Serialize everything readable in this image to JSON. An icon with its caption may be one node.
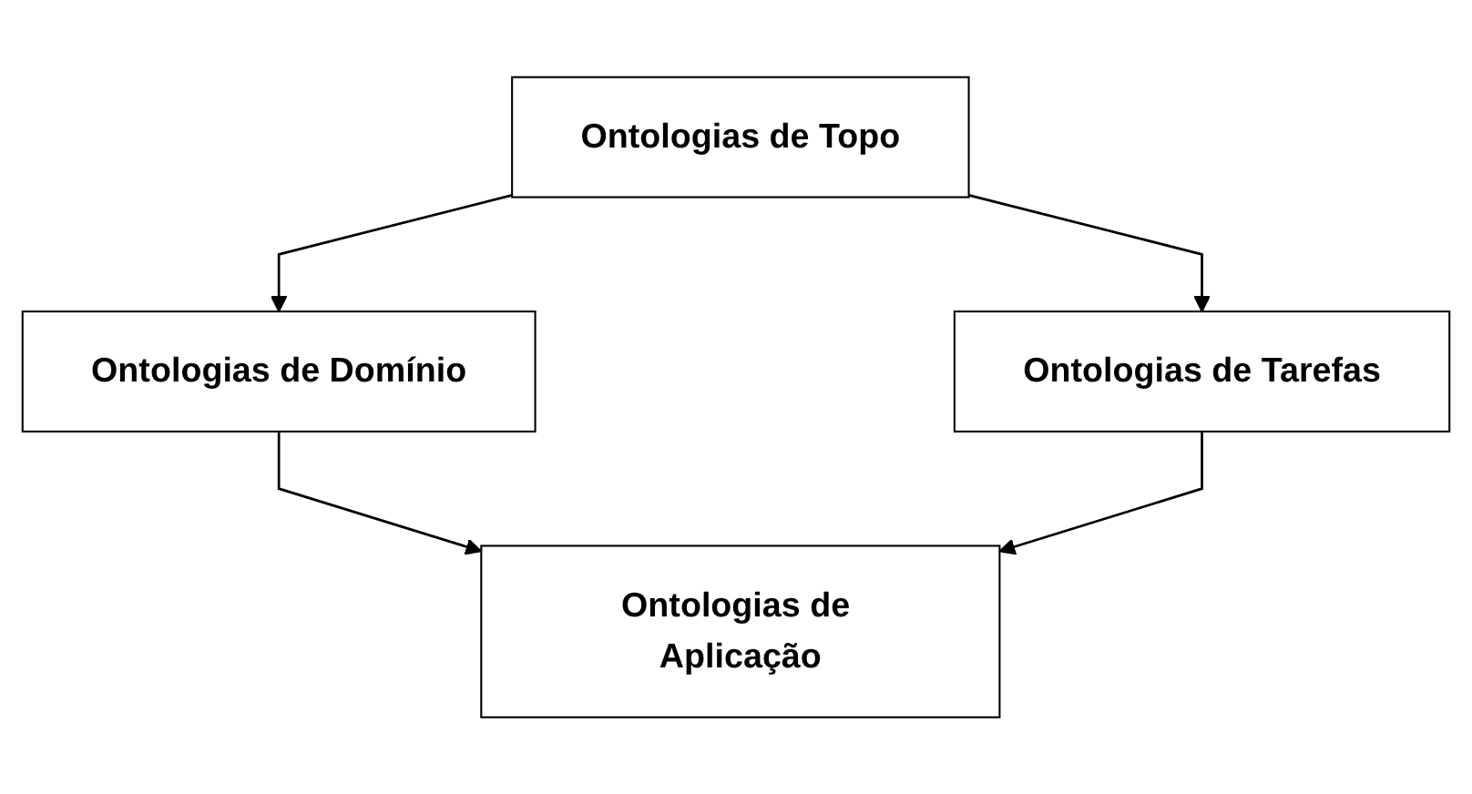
{
  "diagram": {
    "nodes": [
      {
        "text": [
          "Ontologias de Topo"
        ]
      },
      {
        "text": [
          "Ontologias de Domínio"
        ]
      },
      {
        "text": [
          "Ontologias de Tarefas"
        ]
      },
      {
        "text": [
          "Ontologias de Aplicação"
        ]
      }
    ],
    "edges": [
      {
        "from": 0,
        "to": 1,
        "arrow": "to"
      },
      {
        "from": 0,
        "to": 2,
        "arrow": "to"
      },
      {
        "from": 1,
        "to": 3,
        "arrow": "to"
      },
      {
        "from": 2,
        "to": 3,
        "arrow": "to"
      }
    ]
  }
}
